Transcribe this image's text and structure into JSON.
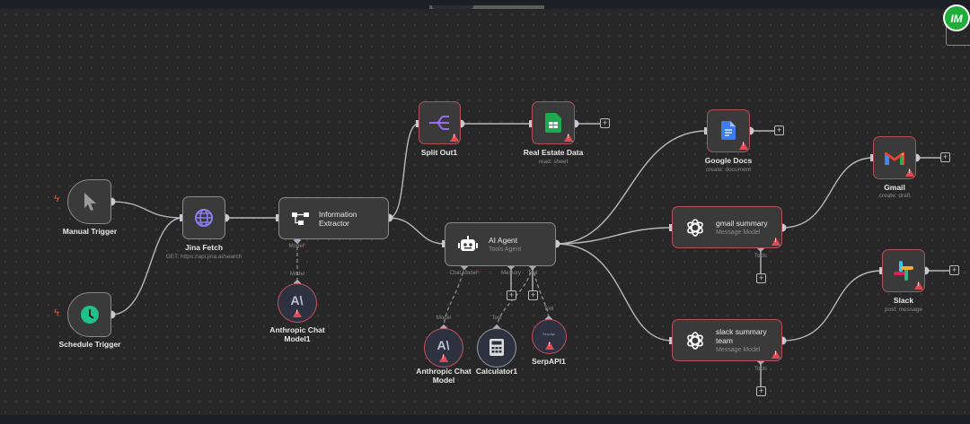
{
  "canvas": {
    "grid": "dotted",
    "background": "#262726"
  },
  "brand": {
    "logo_text": "IM",
    "color": "#1fae3a"
  },
  "nodes": {
    "manual_trigger": {
      "label": "Manual Trigger",
      "icon": "cursor-icon"
    },
    "schedule_trigger": {
      "label": "Schedule Trigger",
      "icon": "clock-icon"
    },
    "jina_fetch": {
      "label": "Jina Fetch",
      "sublabel": "GET: https://api.jina.ai/search",
      "icon": "globe-icon"
    },
    "information_extractor": {
      "label": "Information Extractor",
      "line1": "Information",
      "line2": "Extractor",
      "port_model": "Model"
    },
    "anthropic_chat_model1": {
      "label": "Anthropic Chat Model1",
      "line1": "Anthropic Chat",
      "line2": "Model1",
      "port": "Model"
    },
    "split_out1": {
      "label": "Split Out1"
    },
    "real_estate_data": {
      "label": "Real Estate Data",
      "sublabel": "read: sheet"
    },
    "ai_agent": {
      "label": "AI Agent",
      "sublabel": "Tools Agent",
      "port_chat_model": "Chat Model",
      "port_memory": "Memory",
      "port_tool": "Tool"
    },
    "anthropic_chat_model": {
      "label": "Anthropic Chat Model",
      "line1": "Anthropic Chat",
      "line2": "Model",
      "port": "Model"
    },
    "calculator1": {
      "label": "Calculator1",
      "port": "Tool"
    },
    "serpapi1": {
      "label": "SerpAPI1",
      "port": "Tool",
      "icon_text": "SerpApi"
    },
    "google_docs": {
      "label": "Google Docs",
      "sublabel": "create: document"
    },
    "gmail_summary": {
      "label": "gmail summary",
      "sublabel": "Message Model",
      "port": "Tools"
    },
    "slack_summary_team": {
      "label": "slack summary team",
      "line1": "slack summary",
      "line2": "team",
      "sublabel": "Message Model",
      "port": "Tools"
    },
    "gmail": {
      "label": "Gmail",
      "sublabel": "create: draft"
    },
    "slack": {
      "label": "Slack",
      "sublabel": "post: message"
    }
  },
  "colors": {
    "error": "#e04a55",
    "error_border": "#b5505a",
    "wire": "#b8b8b8"
  }
}
